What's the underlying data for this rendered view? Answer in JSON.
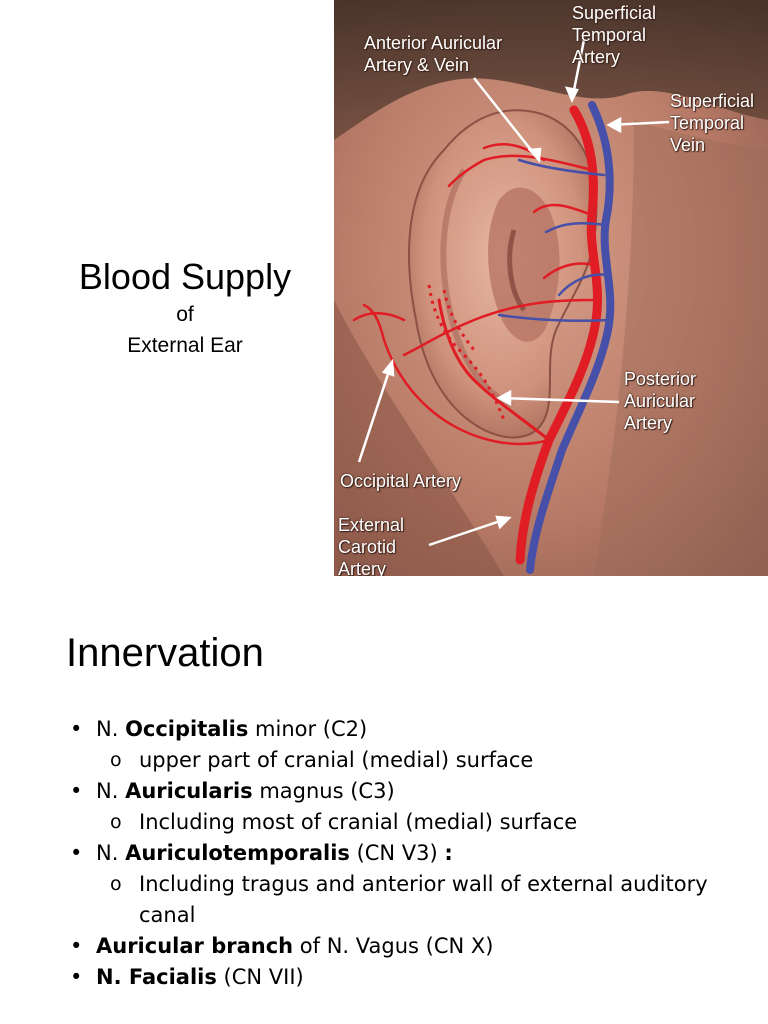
{
  "top_slide": {
    "title": "Blood Supply",
    "subtitle_line1": "of",
    "subtitle_line2": "External Ear",
    "figure_labels": {
      "anterior_auricular": "Anterior Auricular\nArtery & Vein",
      "superficial_temporal_artery": "Superficial\nTemporal\nArtery",
      "superficial_temporal_vein": "Superficial\nTemporal\nVein",
      "posterior_auricular": "Posterior\nAuricular\nArtery",
      "occipital_artery": "Occipital Artery",
      "external_carotid": "External\nCarotid\nArtery"
    },
    "colors": {
      "artery": "#e01c24",
      "vein": "#4650a8",
      "skin": "#c88a72",
      "label": "#ffffff"
    }
  },
  "bottom_slide": {
    "title": "Innervation",
    "bullet_marker": "•",
    "sub_marker": "o",
    "items": [
      {
        "prefix": "N. ",
        "bold": "Occipitalis",
        "suffix": " minor (C2)"
      },
      {
        "sub": "upper part of cranial (medial) surface"
      },
      {
        "prefix": "N. ",
        "bold": "Auricularis",
        "suffix": " magnus (C3)"
      },
      {
        "sub": "Including most of cranial (medial) surface"
      },
      {
        "prefix": "N. ",
        "bold": "Auriculotemporalis",
        "suffix": " (CN V3) ",
        "bold2": ":"
      },
      {
        "sub": "Including tragus and anterior wall of external auditory canal"
      },
      {
        "prefix": "",
        "bold": "Auricular branch",
        "suffix": " of N. Vagus (CN X)"
      },
      {
        "prefix": "",
        "bold": "N. Facialis",
        "suffix": " (CN VII)"
      }
    ]
  }
}
